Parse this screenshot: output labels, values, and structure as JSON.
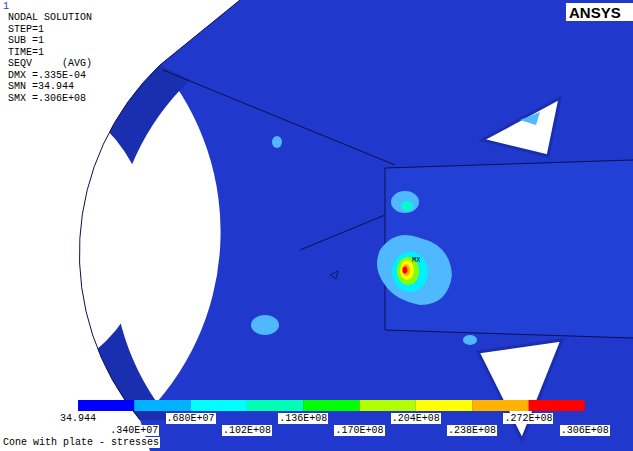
{
  "diagram": {
    "caption": "Cone with plate - stresses",
    "labels": [
      "1",
      "NODAL SOLUTION",
      "STEP=1",
      "SUB =1",
      "TIME=1",
      "SEQV     (AVG)",
      "DMX =.335E-04",
      "SMN =34.944",
      "SMX =.306E+08",
      "ANSYS",
      "MX",
      "34.944",
      ".340E+07",
      ".680E+07",
      ".102E+08",
      ".136E+08",
      ".170E+08",
      ".204E+08",
      ".238E+08",
      ".272E+08",
      ".306E+08"
    ]
  }
}
